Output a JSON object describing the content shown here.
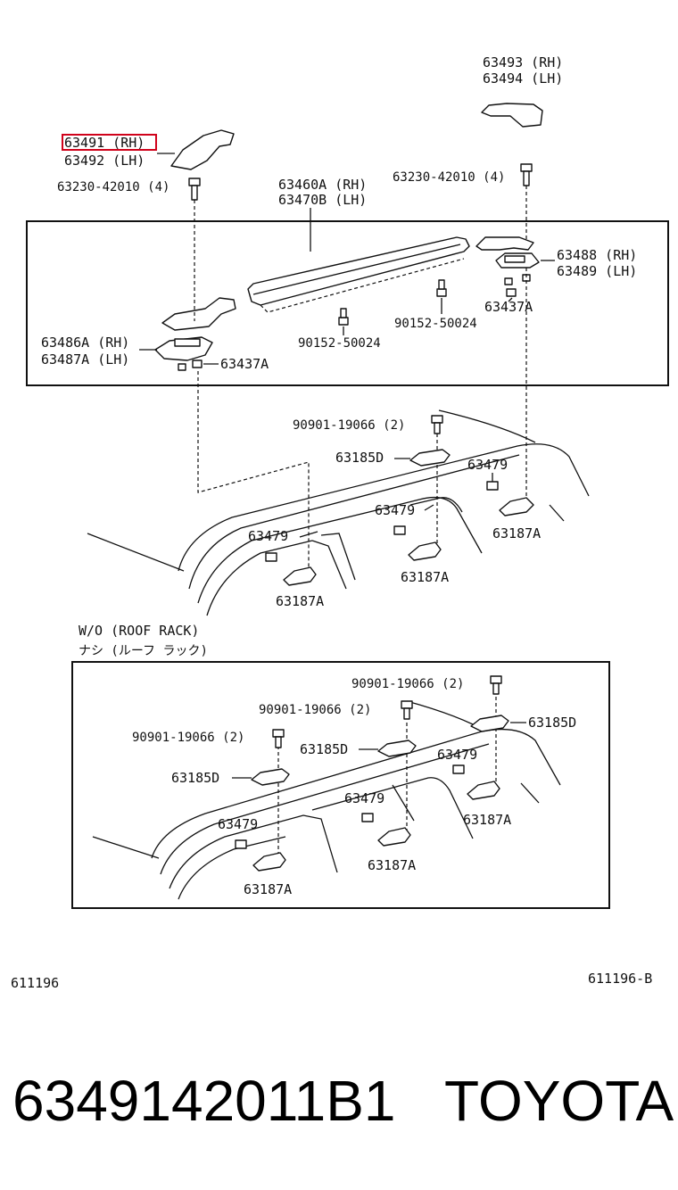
{
  "top_section": {
    "labels": {
      "p63493": "63493 (RH)",
      "p63494": "63494 (LH)",
      "p63491": "63491 (RH)",
      "p63492": "63492 (LH)",
      "bolt_left": "63230-42010 (4)",
      "bolt_right": "63230-42010 (4)",
      "p63460a": "63460A (RH)",
      "p63470b": "63470B (LH)",
      "p63488": "63488 (RH)",
      "p63489": "63489 (LH)",
      "p63437a_right": "63437A",
      "p63486a": "63486A (RH)",
      "p63487a": "63487A (LH)",
      "p63437a_left": "63437A",
      "clip_90152_left": "90152-50024",
      "clip_90152_right": "90152-50024",
      "bolt_90901": "90901-19066 (2)",
      "p63185d": "63185D",
      "p63479_a": "63479",
      "p63479_b": "63479",
      "p63479_c": "63479",
      "p63187a_a": "63187A",
      "p63187a_b": "63187A",
      "p63187a_c": "63187A"
    },
    "highlighted_part": "63491 (RH)",
    "highlight_color": "#d0021b"
  },
  "bottom_section": {
    "caption_en": "W/O (ROOF  RACK)",
    "caption_jp": "ナシ (ルーフ  ラック)",
    "labels": {
      "bolt_a": "90901-19066 (2)",
      "bolt_b": "90901-19066 (2)",
      "bolt_c": "90901-19066 (2)",
      "p63185d_a": "63185D",
      "p63185d_b": "63185D",
      "p63185d_c": "63185D",
      "p63479_a": "63479",
      "p63479_b": "63479",
      "p63479_c": "63479",
      "p63187a_a": "63187A",
      "p63187a_b": "63187A",
      "p63187a_c": "63187A"
    }
  },
  "figure_codes": {
    "left": "611196",
    "right": "611196-B"
  },
  "footer": {
    "part_number": "6349142011B1",
    "brand": "TOYOTA"
  }
}
